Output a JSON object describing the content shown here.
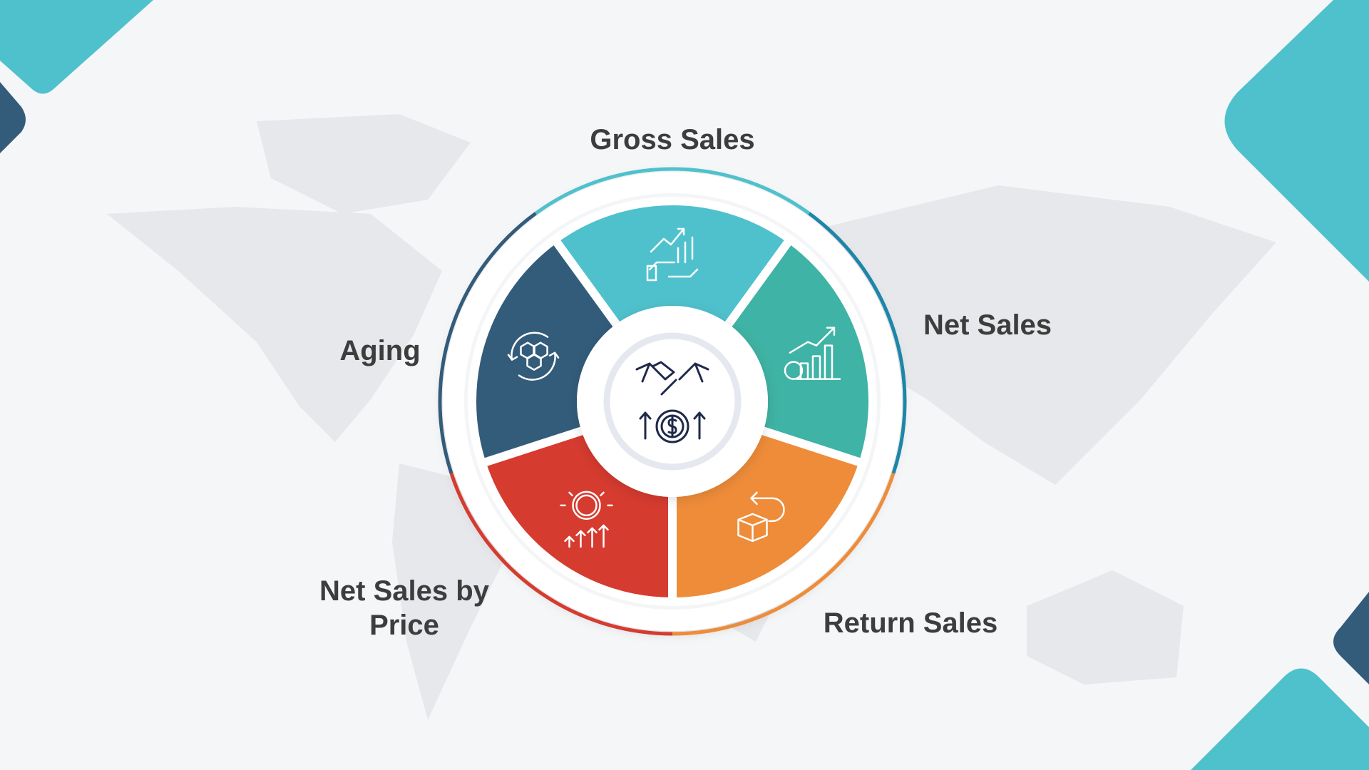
{
  "center": {
    "icon": "handshake-dollar-icon",
    "color": "#1f2a4a"
  },
  "segments": [
    {
      "label": "Gross Sales",
      "color": "#4fc1cc",
      "ring_color": "#4fc1cc",
      "icon": "growth-chart-hand-icon"
    },
    {
      "label": "Net Sales",
      "color": "#3fb3a5",
      "ring_color": "#1d86a8",
      "icon": "bar-chart-dollar-icon"
    },
    {
      "label": "Return Sales",
      "color": "#ee8c3a",
      "ring_color": "#ee8c3a",
      "icon": "box-return-icon"
    },
    {
      "label": "Net Sales by Price",
      "color": "#d63b2f",
      "ring_color": "#d63b2f",
      "icon": "dollar-arrows-up-icon"
    },
    {
      "label": "Aging",
      "color": "#335c7a",
      "ring_color": "#335c7a",
      "icon": "hexagon-cycle-icon"
    }
  ],
  "decor_colors": {
    "teal": "#4fc1cc",
    "navy": "#335c7a"
  }
}
